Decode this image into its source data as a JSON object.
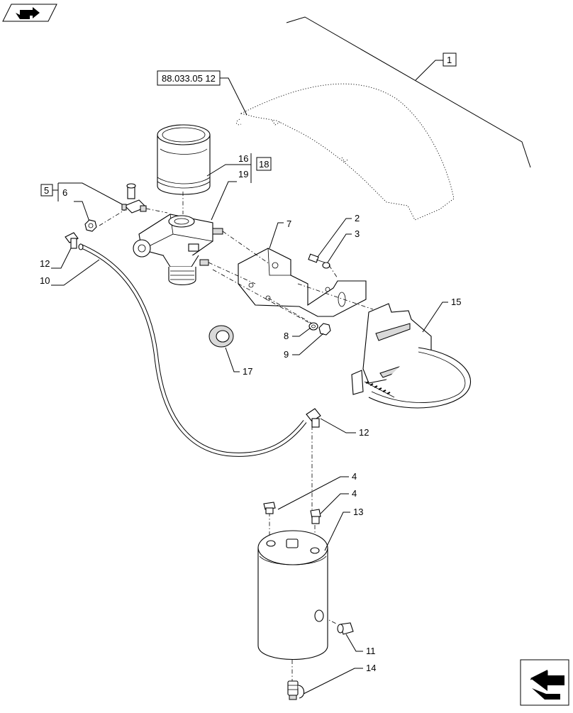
{
  "reference": "88.033.05 12",
  "callouts": {
    "c1": "1",
    "c2": "2",
    "c3": "3",
    "c4a": "4",
    "c4b": "4",
    "c5": "5",
    "c6": "6",
    "c7": "7",
    "c8": "8",
    "c9": "9",
    "c10": "10",
    "c11": "11",
    "c12a": "12",
    "c12b": "12",
    "c13": "13",
    "c14": "14",
    "c15": "15",
    "c16": "16",
    "c17": "17",
    "c18": "18",
    "c19": "19"
  },
  "icons": {
    "top_left": "prev-page-arrow-icon",
    "bottom_right": "next-page-arrow-icon"
  }
}
